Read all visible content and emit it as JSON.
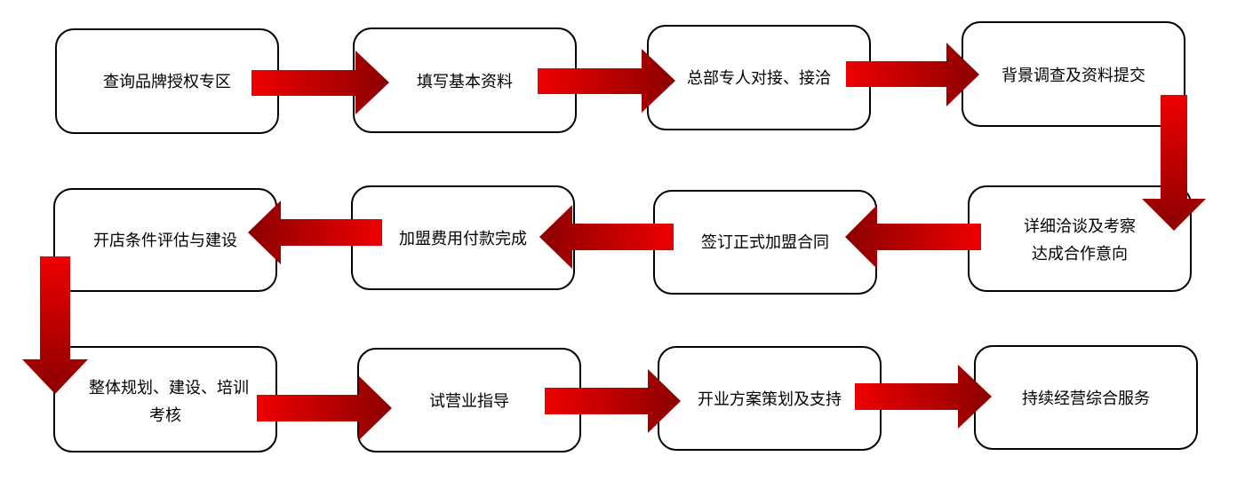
{
  "diagram": {
    "arrow_color_light": "#ee0000",
    "arrow_color_dark": "#8b0000",
    "steps": [
      {
        "id": "s1",
        "lines": [
          "查询品牌授权专区"
        ]
      },
      {
        "id": "s2",
        "lines": [
          "填写基本资料"
        ]
      },
      {
        "id": "s3",
        "lines": [
          "总部专人对接、接洽"
        ]
      },
      {
        "id": "s4",
        "lines": [
          "背景调查及资料提交"
        ]
      },
      {
        "id": "s5",
        "lines": [
          "详细洽谈及考察",
          "达成合作意向"
        ]
      },
      {
        "id": "s6",
        "lines": [
          "签订正式加盟合同"
        ]
      },
      {
        "id": "s7",
        "lines": [
          "加盟费用付款完成"
        ]
      },
      {
        "id": "s8",
        "lines": [
          "开店条件评估与建设"
        ]
      },
      {
        "id": "s9",
        "lines": [
          "整体规划、建设、培训",
          "考核"
        ]
      },
      {
        "id": "s10",
        "lines": [
          "试营业指导"
        ]
      },
      {
        "id": "s11",
        "lines": [
          "开业方案策划及支持"
        ]
      },
      {
        "id": "s12",
        "lines": [
          "持续经营综合服务"
        ]
      }
    ]
  }
}
